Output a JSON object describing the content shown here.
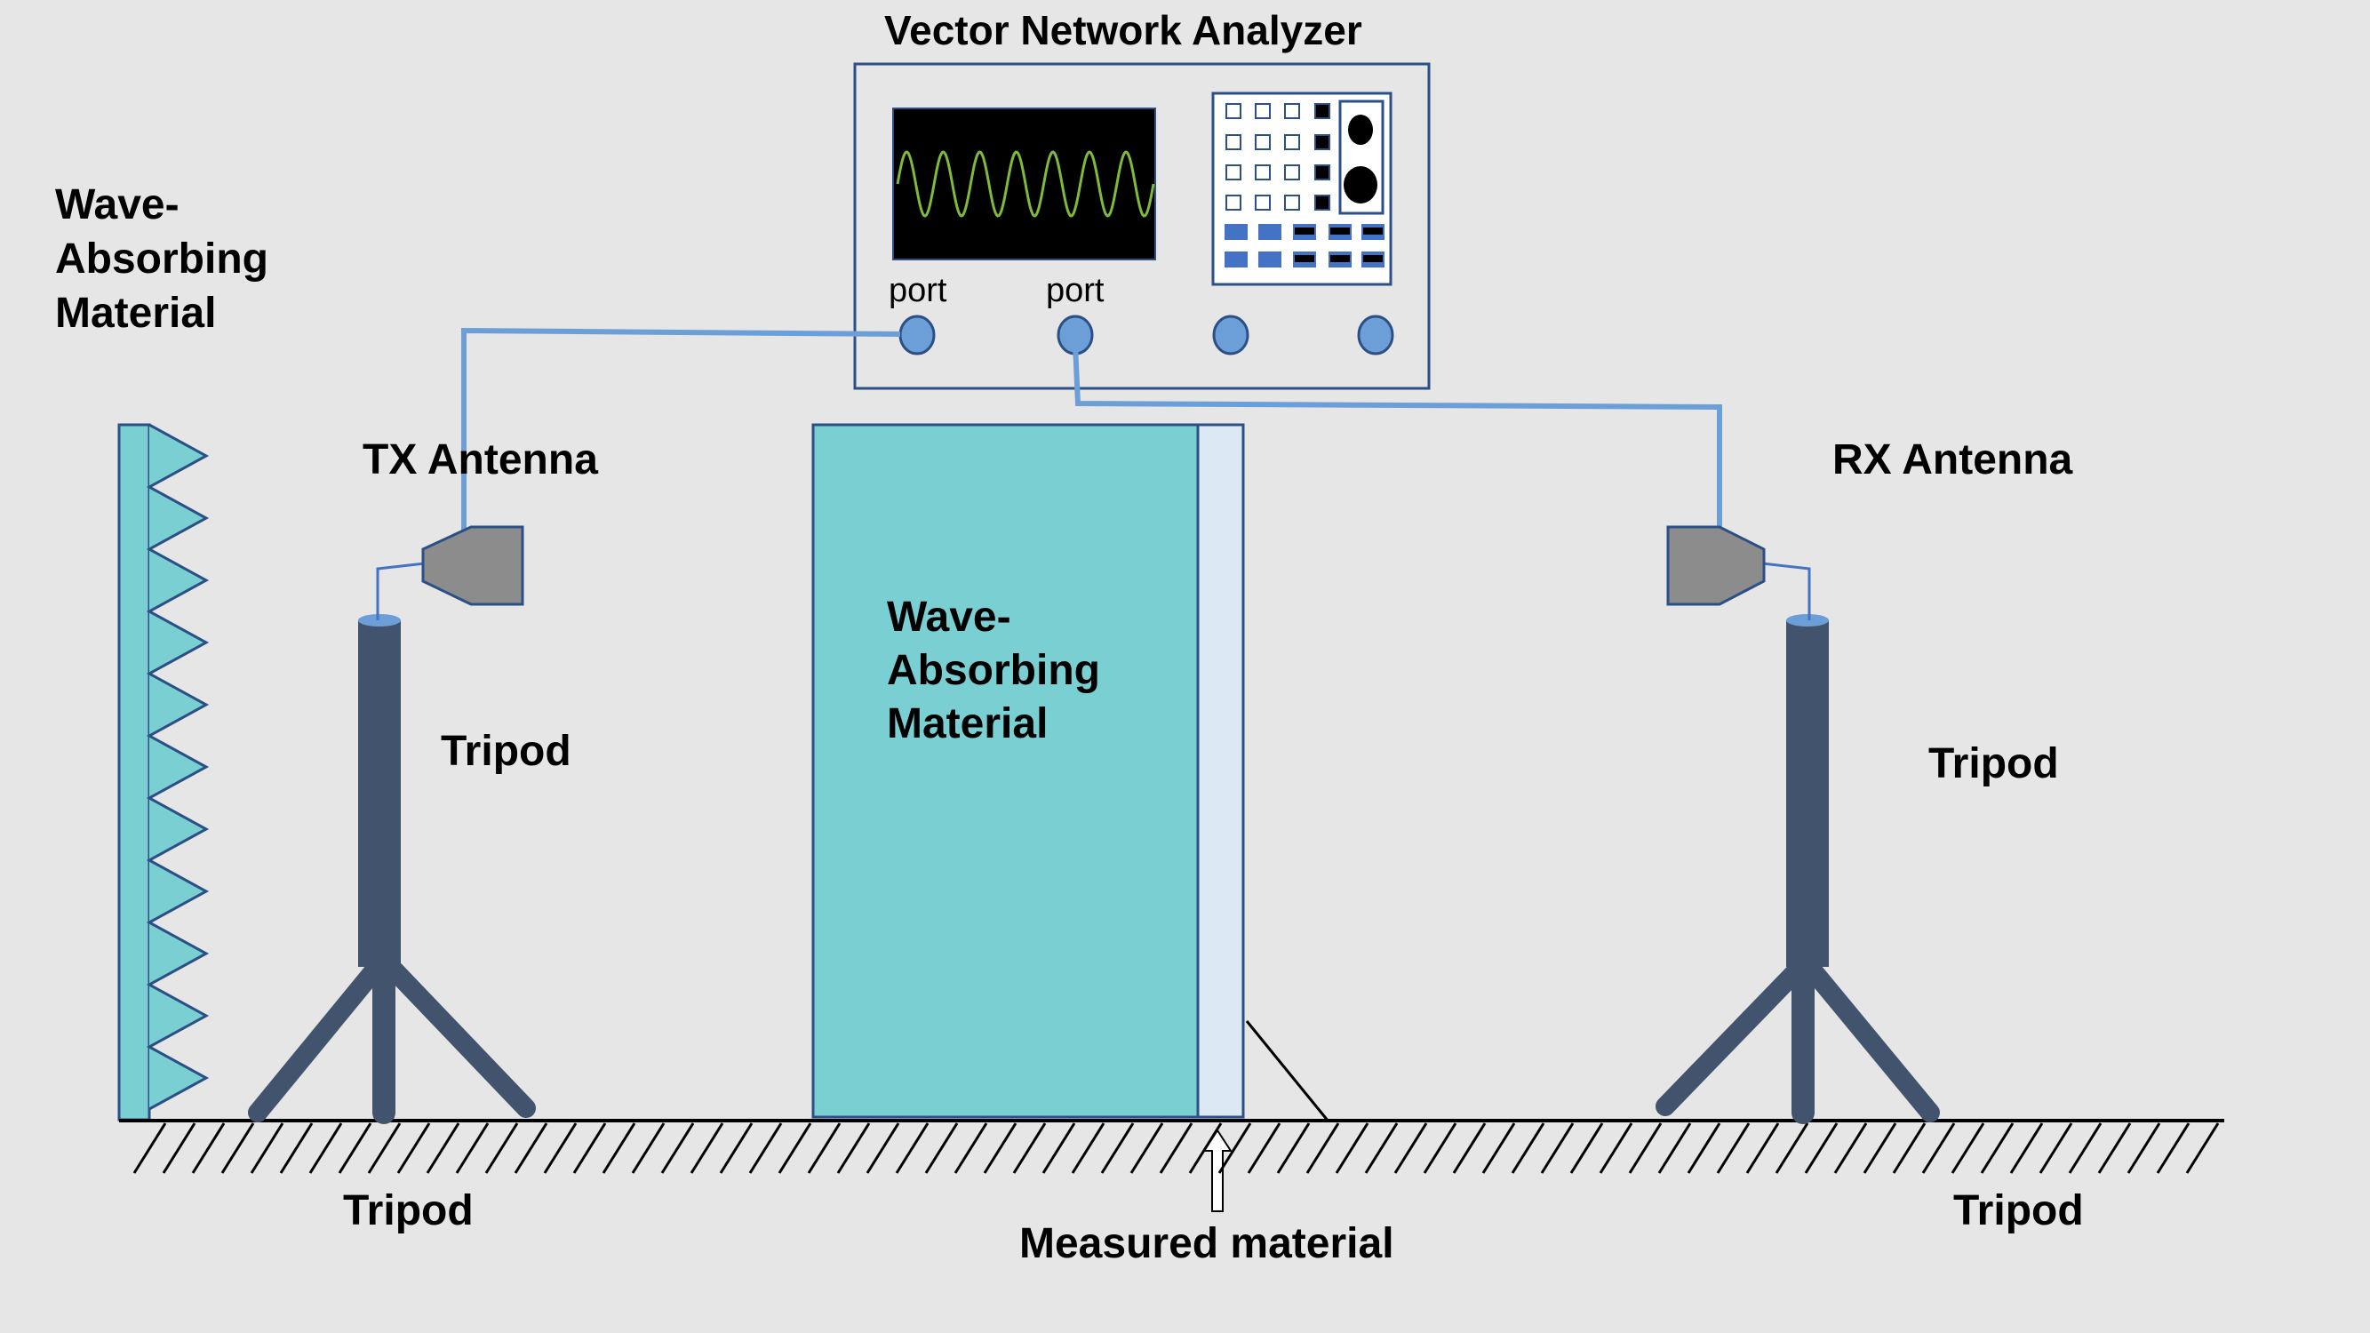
{
  "labels": {
    "vna_title": "Vector Network Analyzer",
    "port_1": "port",
    "port_2": "port",
    "left_absorber": [
      "Wave-",
      "Absorbing",
      "Material"
    ],
    "center_absorber": [
      "Wave-",
      "Absorbing",
      "Material"
    ],
    "tx_antenna": "TX Antenna",
    "rx_antenna": "RX Antenna",
    "tx_tripod_side": "Tripod",
    "rx_tripod_side": "Tripod",
    "tx_tripod_bottom": "Tripod",
    "rx_tripod_bottom": "Tripod",
    "measured_material": "Measured material"
  },
  "colors": {
    "background": "#e6e6e6",
    "absorber_fill": "#7acfd3",
    "measured_panel_fill": "#dce9f5",
    "cable": "#6c9fd8",
    "port_knob": "#6c9fd8",
    "tripod": "#42536e",
    "antenna": "#8c8c8c",
    "screen": "#000000",
    "waveform": "#7fba3a",
    "vna_border": "#2c4f86",
    "button_blue": "#4472c4"
  },
  "icons": {
    "tx_antenna": "horn-antenna-icon",
    "rx_antenna": "horn-antenna-icon",
    "tripod": "tripod-icon",
    "ground": "hatched-ground-icon",
    "pointer": "up-arrow-icon"
  }
}
